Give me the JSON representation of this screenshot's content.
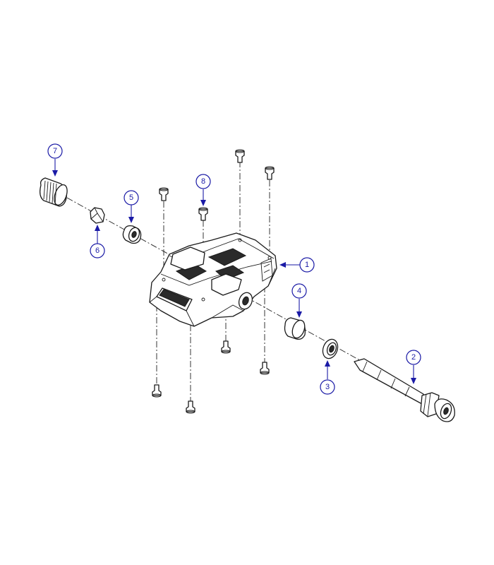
{
  "callouts": {
    "c1": "1",
    "c2": "2",
    "c3": "3",
    "c4": "4",
    "c5": "5",
    "c6": "6",
    "c7": "7",
    "c8": "8"
  },
  "colors": {
    "callout": "#1a1aa6",
    "line": "#1a1a1a",
    "background": "#ffffff"
  }
}
